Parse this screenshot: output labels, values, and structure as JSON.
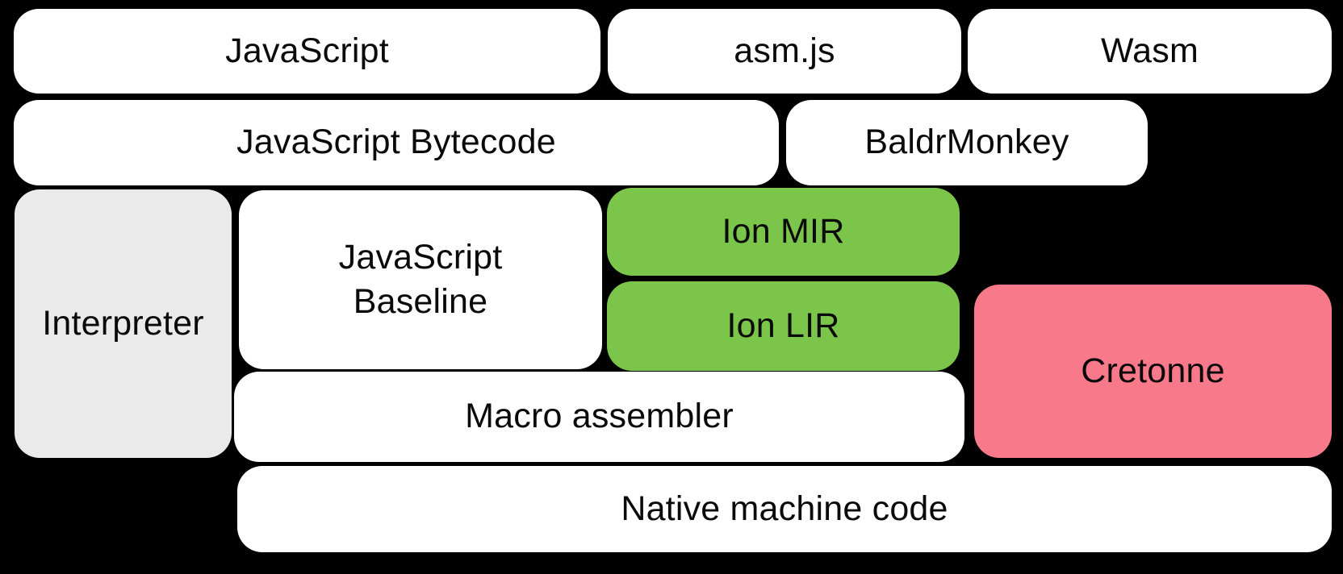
{
  "palette": {
    "background": "#000000",
    "text": "#0a0a0a",
    "white": "#ffffff",
    "gray": "#eaeaea",
    "green": "#7bc64a",
    "pink": "#f7798a"
  },
  "diagram": {
    "description": "Layered compiler pipeline block diagram",
    "nodes": [
      {
        "id": "javascript",
        "label": "JavaScript",
        "color": "white"
      },
      {
        "id": "asmjs",
        "label": "asm.js",
        "color": "white"
      },
      {
        "id": "wasm",
        "label": "Wasm",
        "color": "white"
      },
      {
        "id": "javascript-bytecode",
        "label": "JavaScript Bytecode",
        "color": "white"
      },
      {
        "id": "baldrmonkey",
        "label": "BaldrMonkey",
        "color": "white"
      },
      {
        "id": "interpreter",
        "label": "Interpreter",
        "color": "gray"
      },
      {
        "id": "javascript-baseline",
        "label": "JavaScript\nBaseline",
        "color": "white"
      },
      {
        "id": "ion-mir",
        "label": "Ion MIR",
        "color": "green"
      },
      {
        "id": "ion-lir",
        "label": "Ion LIR",
        "color": "green"
      },
      {
        "id": "cretonne",
        "label": "Cretonne",
        "color": "pink"
      },
      {
        "id": "macro-assembler",
        "label": "Macro assembler",
        "color": "white"
      },
      {
        "id": "native-machine-code",
        "label": "Native machine code",
        "color": "white"
      }
    ]
  }
}
